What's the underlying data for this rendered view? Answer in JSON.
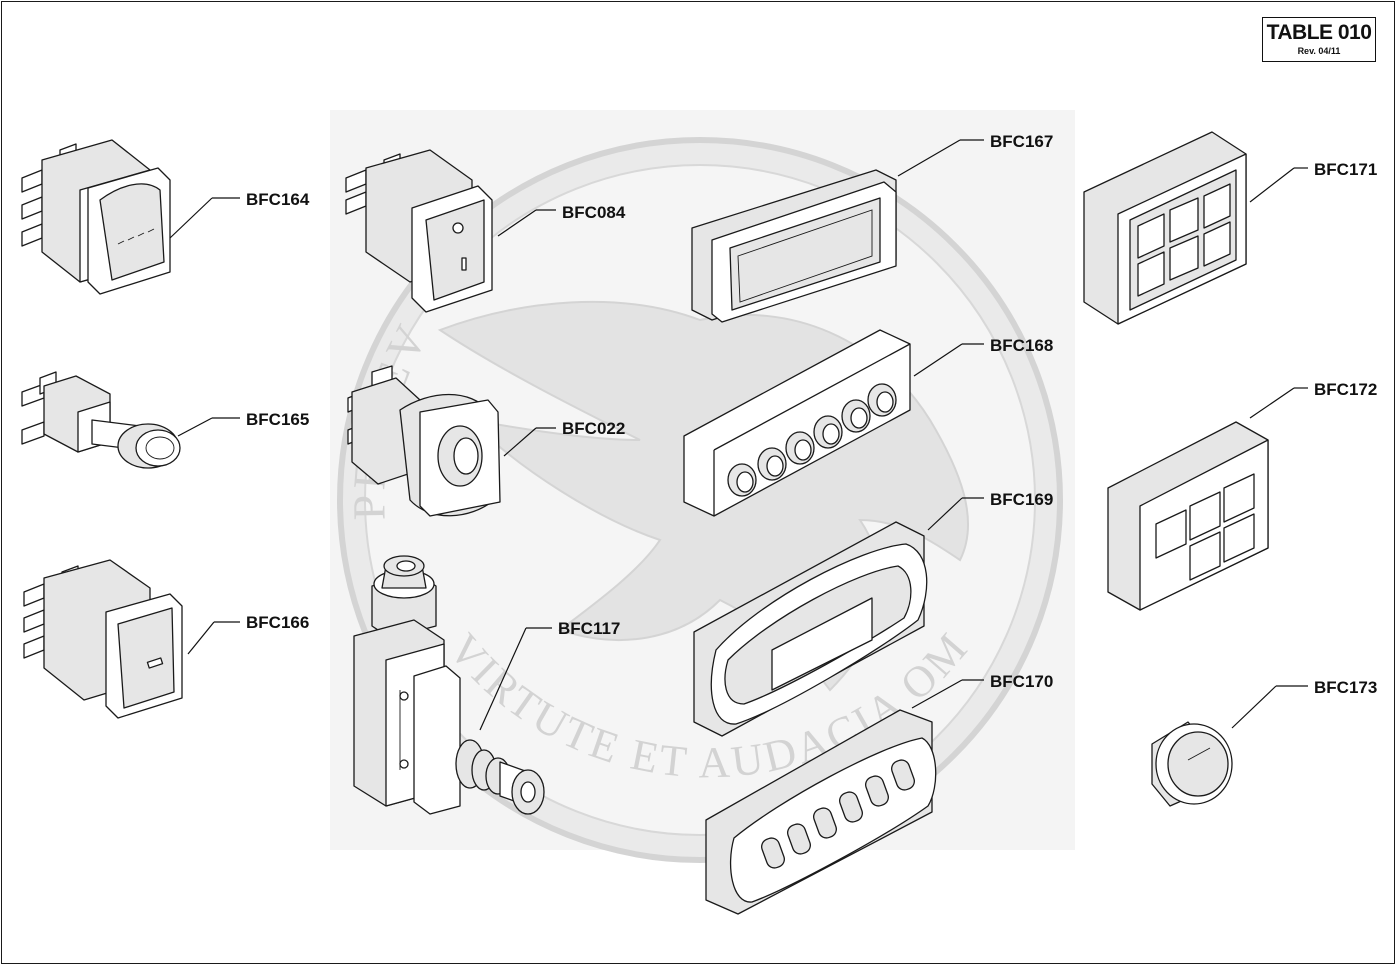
{
  "table": {
    "title": "TABLE 010",
    "revision": "Rev. 04/11"
  },
  "watermark": {
    "motto": "VIRTUTE ET AUDACIA OMNIA VINCINT",
    "arc_text": "PERSEV"
  },
  "parts": [
    {
      "code": "BFC164",
      "kind": "rocker-switch"
    },
    {
      "code": "BFC084",
      "kind": "lit-rocker-switch"
    },
    {
      "code": "BFC165",
      "kind": "push-button"
    },
    {
      "code": "BFC022",
      "kind": "square-push-button"
    },
    {
      "code": "BFC166",
      "kind": "rocker-switch"
    },
    {
      "code": "BFC117",
      "kind": "pressure-switch"
    },
    {
      "code": "BFC167",
      "kind": "display-bezel"
    },
    {
      "code": "BFC168",
      "kind": "push-button-panel"
    },
    {
      "code": "BFC169",
      "kind": "oval-display"
    },
    {
      "code": "BFC170",
      "kind": "five-key-keypad"
    },
    {
      "code": "BFC171",
      "kind": "six-key-keypad"
    },
    {
      "code": "BFC172",
      "kind": "five-key-keypad"
    },
    {
      "code": "BFC173",
      "kind": "round-button"
    }
  ],
  "colors": {
    "ink": "#1a1a1a",
    "watermark": "#d9d9d9",
    "background": "#ffffff"
  }
}
